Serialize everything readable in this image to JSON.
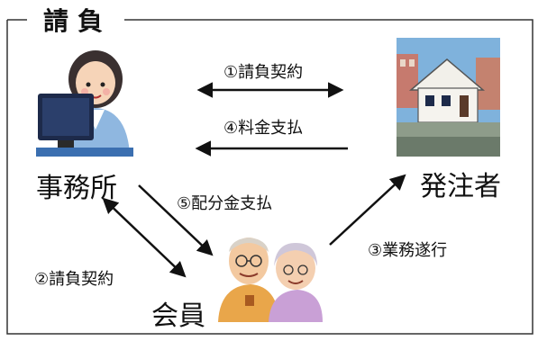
{
  "title": "請負",
  "nodes": {
    "office": {
      "label": "事務所"
    },
    "client": {
      "label": "発注者"
    },
    "member": {
      "label": "会員"
    }
  },
  "edges": [
    {
      "from": "office",
      "to": "client",
      "label": "①請負契約",
      "direction": "both"
    },
    {
      "from": "office",
      "to": "member",
      "label": "②請負契約",
      "direction": "both"
    },
    {
      "from": "member",
      "to": "client",
      "label": "③業務遂行",
      "direction": "forward"
    },
    {
      "from": "client",
      "to": "office",
      "label": "④料金支払",
      "direction": "forward"
    },
    {
      "from": "office",
      "to": "member",
      "label": "⑤配分金支払",
      "direction": "forward"
    }
  ],
  "icons": [
    "office-worker-icon",
    "house-icon",
    "elderly-couple-icon"
  ]
}
